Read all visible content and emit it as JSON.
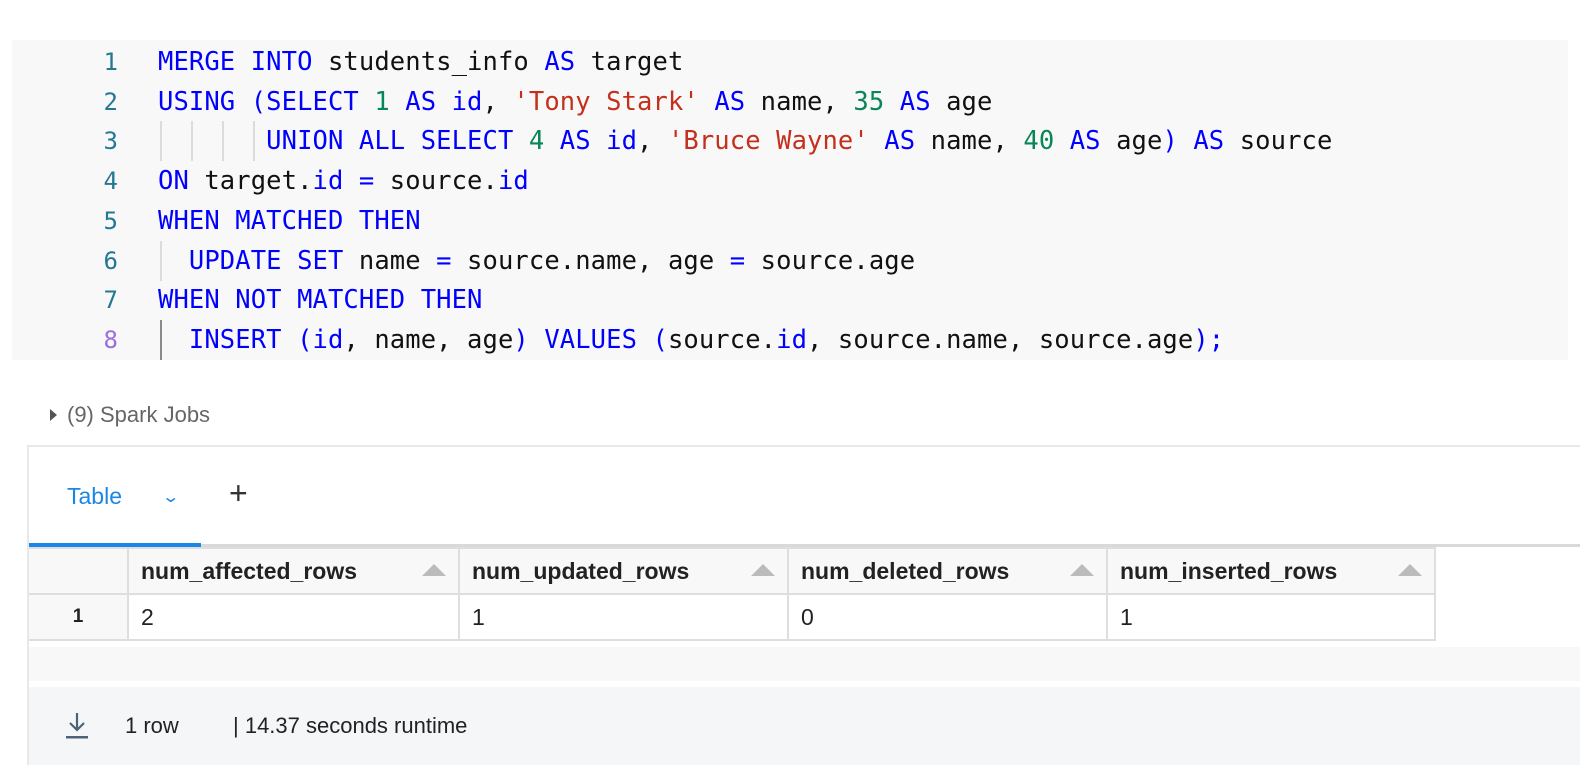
{
  "editor": {
    "active_line": 8,
    "lines": [
      {
        "num": "1",
        "indent_guides": 0,
        "tokens": [
          [
            "k",
            "MERGE INTO"
          ],
          [
            "p",
            " students_info "
          ],
          [
            "k",
            "AS"
          ],
          [
            "p",
            " target"
          ]
        ]
      },
      {
        "num": "2",
        "indent_guides": 0,
        "tokens": [
          [
            "k",
            "USING ("
          ],
          [
            "k",
            "SELECT"
          ],
          [
            "p",
            " "
          ],
          [
            "n",
            "1"
          ],
          [
            "p",
            " "
          ],
          [
            "k",
            "AS"
          ],
          [
            "p",
            " "
          ],
          [
            "k",
            "id"
          ],
          [
            "p",
            ", "
          ],
          [
            "s",
            "'Tony Stark'"
          ],
          [
            "p",
            " "
          ],
          [
            "k",
            "AS"
          ],
          [
            "p",
            " name, "
          ],
          [
            "n",
            "35"
          ],
          [
            "p",
            " "
          ],
          [
            "k",
            "AS"
          ],
          [
            "p",
            " age"
          ]
        ]
      },
      {
        "num": "3",
        "indent_guides": 4,
        "tokens": [
          [
            "p",
            "       "
          ],
          [
            "k",
            "UNION ALL SELECT"
          ],
          [
            "p",
            " "
          ],
          [
            "n",
            "4"
          ],
          [
            "p",
            " "
          ],
          [
            "k",
            "AS"
          ],
          [
            "p",
            " "
          ],
          [
            "k",
            "id"
          ],
          [
            "p",
            ", "
          ],
          [
            "s",
            "'Bruce Wayne'"
          ],
          [
            "p",
            " "
          ],
          [
            "k",
            "AS"
          ],
          [
            "p",
            " name, "
          ],
          [
            "n",
            "40"
          ],
          [
            "p",
            " "
          ],
          [
            "k",
            "AS"
          ],
          [
            "p",
            " age"
          ],
          [
            "k",
            ")"
          ],
          [
            "p",
            " "
          ],
          [
            "k",
            "AS"
          ],
          [
            "p",
            " source"
          ]
        ]
      },
      {
        "num": "4",
        "indent_guides": 0,
        "tokens": [
          [
            "k",
            "ON"
          ],
          [
            "p",
            " target."
          ],
          [
            "k",
            "id"
          ],
          [
            "p",
            " "
          ],
          [
            "k",
            "="
          ],
          [
            "p",
            " source."
          ],
          [
            "k",
            "id"
          ]
        ]
      },
      {
        "num": "5",
        "indent_guides": 0,
        "tokens": [
          [
            "k",
            "WHEN MATCHED THEN"
          ]
        ]
      },
      {
        "num": "6",
        "indent_guides": 1,
        "tokens": [
          [
            "p",
            "  "
          ],
          [
            "k",
            "UPDATE SET"
          ],
          [
            "p",
            " name "
          ],
          [
            "k",
            "="
          ],
          [
            "p",
            " source.name, age "
          ],
          [
            "k",
            "="
          ],
          [
            "p",
            " source.age"
          ]
        ]
      },
      {
        "num": "7",
        "indent_guides": 0,
        "tokens": [
          [
            "k",
            "WHEN NOT MATCHED THEN"
          ]
        ]
      },
      {
        "num": "8",
        "indent_guides": 1,
        "tokens": [
          [
            "p",
            "  "
          ],
          [
            "k",
            "INSERT"
          ],
          [
            "p",
            " "
          ],
          [
            "k",
            "("
          ],
          [
            "k",
            "id"
          ],
          [
            "p",
            ", name, age"
          ],
          [
            "k",
            ")"
          ],
          [
            "p",
            " "
          ],
          [
            "k",
            "VALUES"
          ],
          [
            "p",
            " "
          ],
          [
            "k",
            "("
          ],
          [
            "p",
            "source."
          ],
          [
            "k",
            "id"
          ],
          [
            "p",
            ", source.name, source.age"
          ],
          [
            "k",
            ")"
          ],
          [
            "k",
            ";"
          ]
        ]
      }
    ]
  },
  "spark_jobs": {
    "label": "(9) Spark Jobs"
  },
  "results": {
    "tab_label": "Table",
    "add_tab": "+",
    "columns": [
      "num_affected_rows",
      "num_updated_rows",
      "num_deleted_rows",
      "num_inserted_rows"
    ],
    "rows": [
      {
        "index": "1",
        "cells": [
          "2",
          "1",
          "0",
          "1"
        ]
      }
    ],
    "footer": {
      "row_count": "1 row",
      "runtime": "|  14.37 seconds runtime"
    }
  },
  "colors": {
    "accent": "#1a86e8",
    "keyword": "#0000ff",
    "string": "#c4301c",
    "number": "#098658"
  }
}
